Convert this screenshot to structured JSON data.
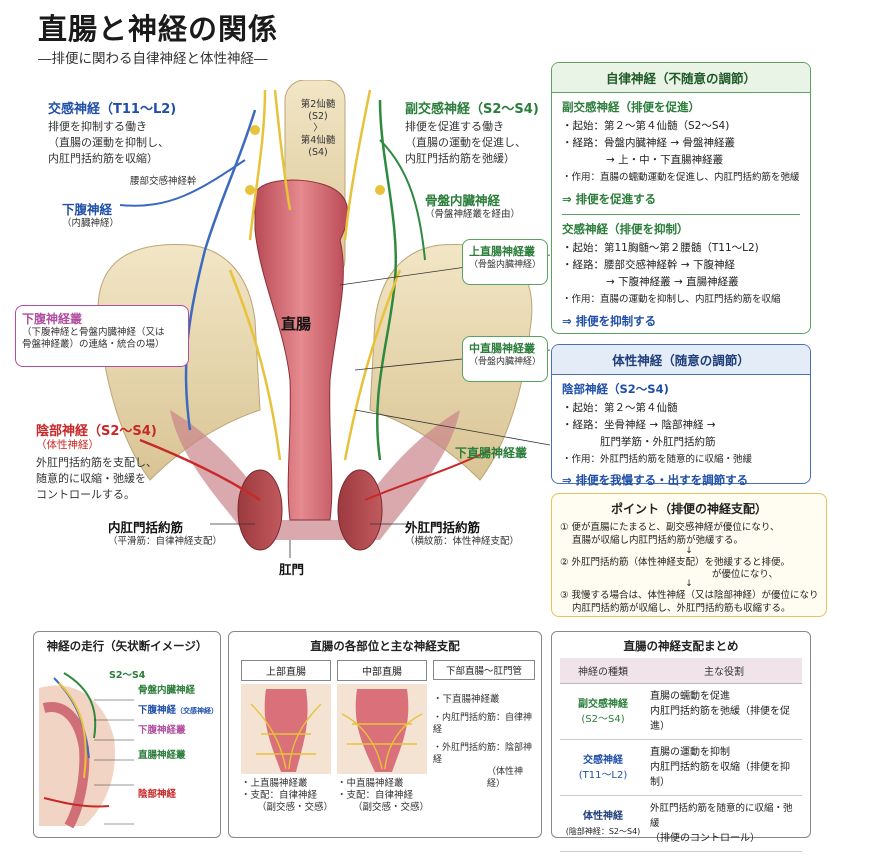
{
  "title": "直腸と神経の関係",
  "subtitle": "―排便に関わる自律神経と体性神経―",
  "labels": {
    "sympathetic": {
      "name": "交感神経（T11～L2)",
      "desc1": "排便を抑制する働き",
      "desc2": "（直腸の運動を抑制し、",
      "desc3": "内肛門括約筋を収縮）"
    },
    "lumbar_trunk": "腰部交感神経幹",
    "hypogastric": {
      "name": "下腹神経",
      "sub": "（内臓神経）"
    },
    "sacral": {
      "l1": "第2仙髄",
      "l2": "(S2)",
      "l3": "〉",
      "l4": "第4仙髄",
      "l5": "(S4)"
    },
    "parasympathetic": {
      "name": "副交感神経（S2～S4)",
      "desc1": "排便を促進する働き",
      "desc2": "（直腸の運動を促進し、",
      "desc3": "内肛門括約筋を弛緩）"
    },
    "pelvic_splanchnic": {
      "name": "骨盤内臓神経",
      "sub": "（骨盤神経叢を経由）"
    },
    "upper_rectal": {
      "name": "上直腸神経叢",
      "sub": "（骨盤内臓神経）"
    },
    "middle_rectal": {
      "name": "中直腸神経叢",
      "sub": "（骨盤内臓神経）"
    },
    "lower_rectal": "下直腸神経叢",
    "inferior_hypogastric": {
      "name": "下腹神経叢",
      "sub1": "（下腹神経と骨盤内臓神経（又は",
      "sub2": "骨盤神経叢）の連絡・統合の場）"
    },
    "rectum": "直腸",
    "pudendal": {
      "name": "陰部神経（S2～S4)",
      "sub": "（体性神経）",
      "desc1": "外肛門括約筋を支配し、",
      "desc2": "随意的に収縮・弛緩を",
      "desc3": "コントロールする。"
    },
    "internal_sphincter": {
      "name": "内肛門括約筋",
      "sub": "（平滑筋：自律神経支配）"
    },
    "external_sphincter": {
      "name": "外肛門括約筋",
      "sub": "（横紋筋：体性神経支配）"
    },
    "anus": "肛門"
  },
  "autonomic_box": {
    "header": "自律神経（不随意の調節）",
    "para": {
      "title": "副交感神経（排便を促進）",
      "lines": [
        "・起始：第２～第４仙髄（S2～S4)",
        "・経路：骨盤内臓神経 → 骨盤神経叢",
        "→ 上・中・下直腸神経叢",
        "・作用：直腸の蠕動運動を促進し、内肛門括約筋を弛緩"
      ],
      "result": "⇒ 排便を促進する"
    },
    "symp": {
      "title": "交感神経（排便を抑制）",
      "lines": [
        "・起始：第11胸髄～第２腰髄（T11～L2)",
        "・経路：腰部交感神経幹 → 下腹神経",
        "→ 下腹神経叢 → 直腸神経叢",
        "・作用：直腸の運動を抑制し、内肛門括約筋を収縮"
      ],
      "result": "⇒ 排便を抑制する"
    }
  },
  "somatic_box": {
    "header": "体性神経（随意の調節）",
    "title": "陰部神経（S2～S4)",
    "lines": [
      "・起始：第２～第４仙髄",
      "・経路：坐骨神経 → 陰部神経 →",
      "肛門挙筋・外肛門括約筋",
      "・作用：外肛門括約筋を随意的に収縮・弛緩"
    ],
    "result": "⇒ 排便を我慢する・出すを調節する"
  },
  "point_box": {
    "header": "ポイント（排便の神経支配）",
    "l1": "① 便が直腸にたまると、副交感神経が優位になり、",
    "l2": "直腸が収縮し内肛門括約筋が弛緩する。",
    "a1": "↓",
    "l3": "② 外肛門括約筋（体性神経支配）を弛緩すると排便。",
    "l3b": "が優位になり、",
    "a2": "↓",
    "l4": "③ 我慢する場合は、体性神経（又は陰部神経）が優位になり",
    "l5": "内肛門括約筋が収縮し、外肛門括約筋も収縮する。"
  },
  "panel1": {
    "title": "神経の走行（矢状断イメージ）",
    "labels": [
      "S2～S4",
      "骨盤内臓神経",
      "下腹神経",
      "（交感神経）",
      "下腹神経叢",
      "直腸神経叢",
      "陰部神経"
    ]
  },
  "panel2": {
    "title": "直腸の各部位と主な神経支配",
    "cols": [
      {
        "head": "上部直腸",
        "lines": [
          "・上直腸神経叢",
          "・支配：自律神経",
          "（副交感・交感）"
        ]
      },
      {
        "head": "中部直腸",
        "lines": [
          "・中直腸神経叢",
          "・支配：自律神経",
          "（副交感・交感）"
        ]
      },
      {
        "head": "下部直腸～肛門管",
        "lines": [
          "・下直腸神経叢",
          "・内肛門括約筋：自律神経",
          "・外肛門括約筋：陰部神経",
          "（体性神経）"
        ]
      }
    ]
  },
  "panel3": {
    "title": "直腸の神経支配まとめ",
    "headers": [
      "神経の種類",
      "主な役割"
    ],
    "rows": [
      {
        "name": "副交感神経",
        "sub": "(S2～S4)",
        "r1": "直腸の蠕動を促進",
        "r2": "内肛門括約筋を弛緩（排便を促進）"
      },
      {
        "name": "交感神経",
        "sub": "(T11～L2)",
        "r1": "直腸の運動を抑制",
        "r2": "内肛門括約筋を収縮（排便を抑制）"
      },
      {
        "name": "体性神経",
        "sub": "(陰部神経：S2～S4)",
        "r1": "外肛門括約筋を随意的に収縮・弛緩",
        "r2": "（排便のコントロール）"
      }
    ]
  },
  "colors": {
    "sympathetic": "#1f4fa8",
    "parasympathetic": "#2a7d3a",
    "pudendal": "#c82828",
    "hypogastric_plexus": "#b04ea0",
    "nerve_yellow": "#e8c23a",
    "bone": "#ead9b4",
    "rectum": "#d9707a"
  }
}
